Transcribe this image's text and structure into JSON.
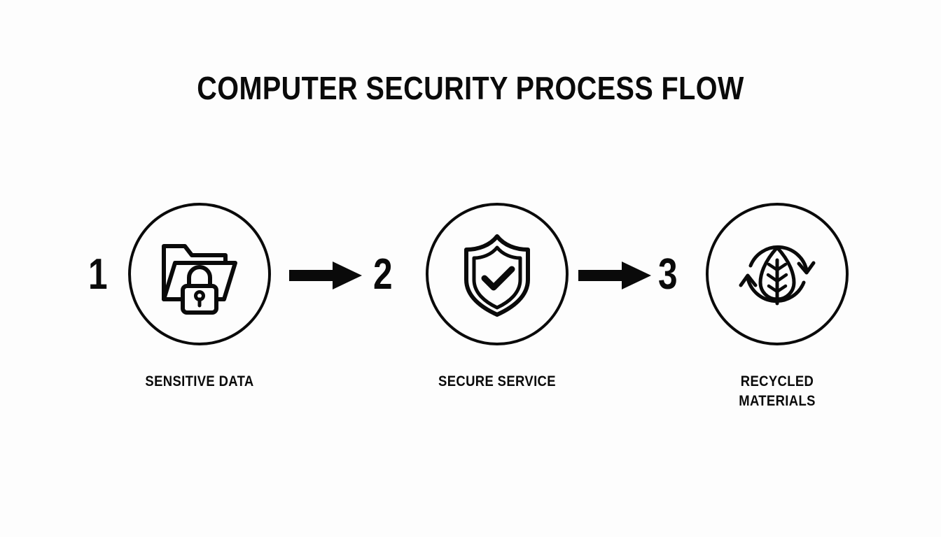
{
  "page": {
    "background_color": "#FDFDFD",
    "ink_color": "#0A0A0A"
  },
  "header": {
    "title": "COMPUTER SECURITY PROCESS FLOW"
  },
  "flow": {
    "connector_label": "arrow",
    "steps": [
      {
        "number": "1",
        "icon": "folder-lock-icon",
        "label_lines": [
          "SENSITIVE DATA"
        ],
        "label_full": "SENSITIVE DATA"
      },
      {
        "number": "2",
        "icon": "shield-check-icon",
        "label_lines": [
          "SECURE SERVICE"
        ],
        "label_full": "SECURE SERVICE"
      },
      {
        "number": "3",
        "icon": "leaf-recycle-icon",
        "label_lines": [
          "RECYCLED",
          "MATERIALS"
        ],
        "label_full": "RECYCLED MATERIALS"
      }
    ],
    "connectors": [
      {
        "name": "arrow-step-1-to-2",
        "direction": "right"
      },
      {
        "name": "arrow-step-2-to-3",
        "direction": "right"
      }
    ]
  }
}
